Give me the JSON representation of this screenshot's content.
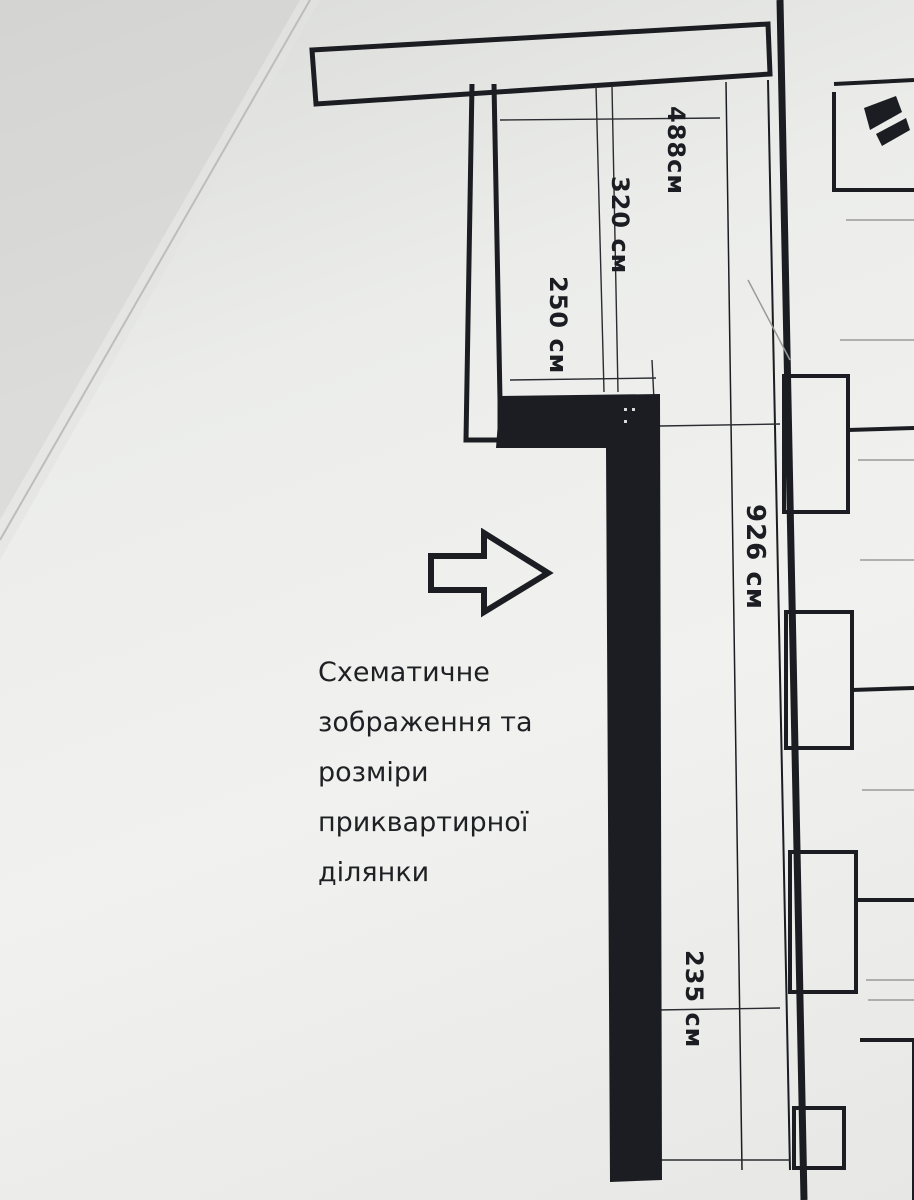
{
  "dimensions": {
    "d488": "488см",
    "d320": "320 см",
    "d250": "250 см",
    "d926": "926 см",
    "d235": "235 см"
  },
  "caption": {
    "line1": "Схематичне",
    "line2": "зображення та",
    "line3": "розміри",
    "line4": "приквартирної",
    "line5": "ділянки"
  },
  "colors": {
    "ink": "#1b1d22",
    "paper": "#f1f1ef"
  },
  "icons": {
    "pointer": "right-arrow-outline-icon"
  }
}
